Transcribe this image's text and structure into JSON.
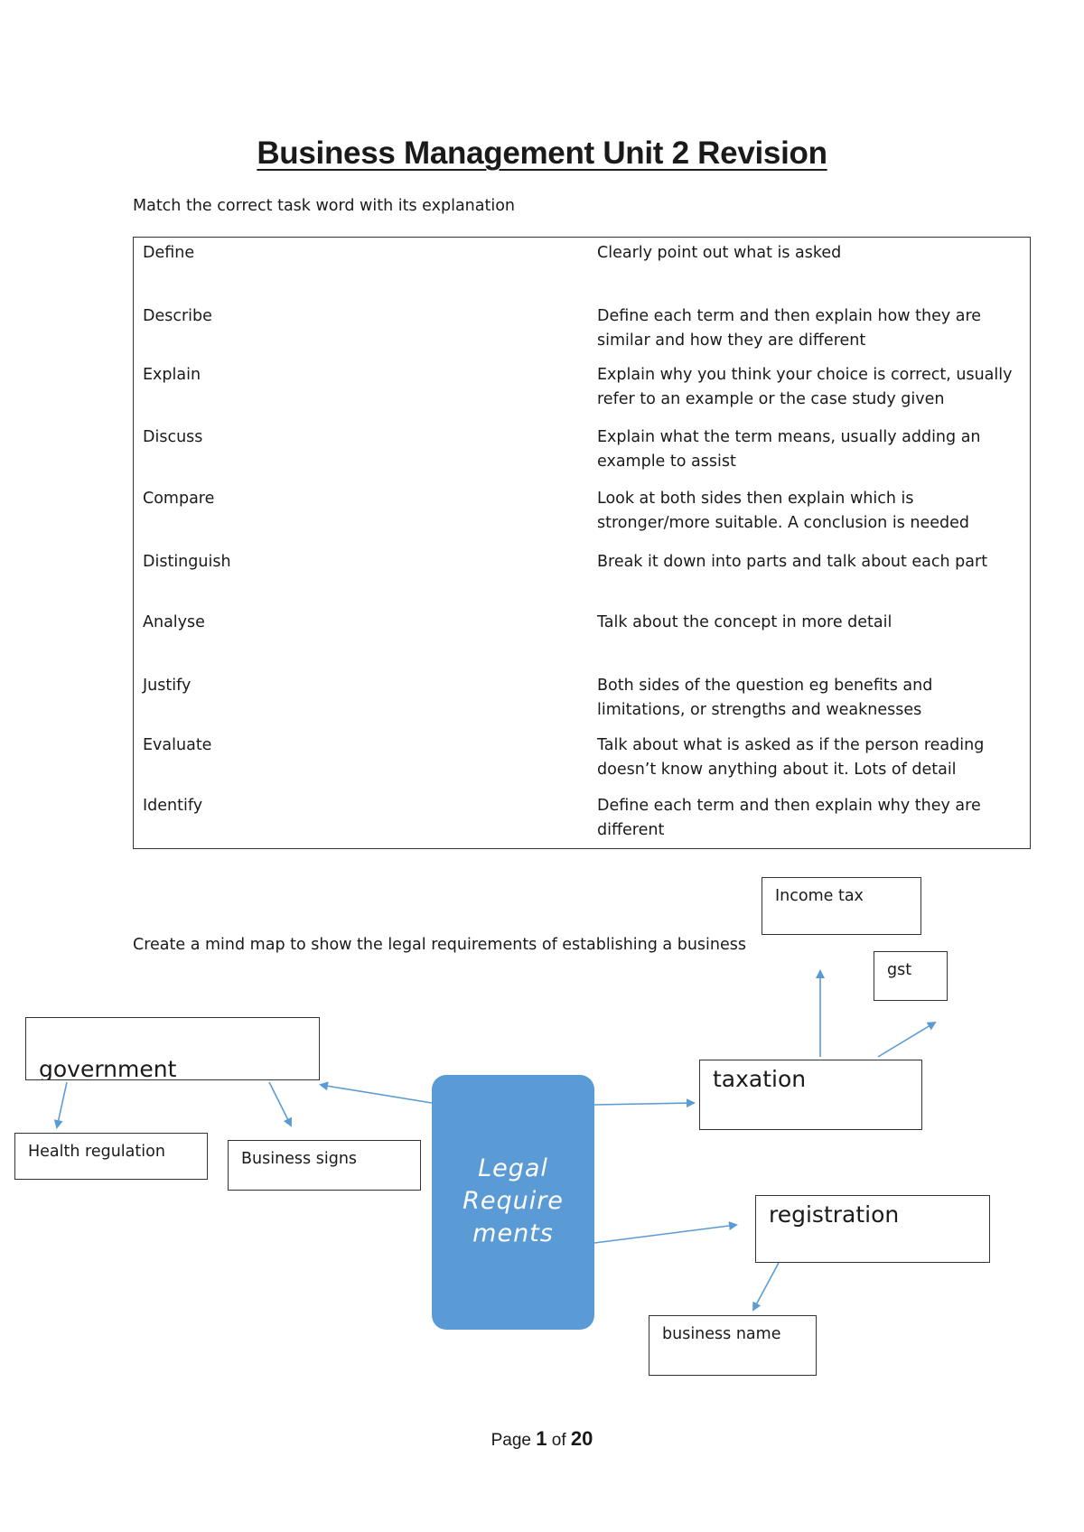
{
  "title": "Business Management Unit 2 Revision",
  "instruction_table": "Match the correct task word with its explanation",
  "table": {
    "rows": [
      {
        "term": "Define",
        "explanation": "Clearly point out what is asked"
      },
      {
        "term": "Describe",
        "explanation": "Define each term and then explain how they are similar and how they are different"
      },
      {
        "term": "Explain",
        "explanation": "Explain why you think your choice is correct, usually refer to an example or the case study given"
      },
      {
        "term": "Discuss",
        "explanation": "Explain what the term means, usually adding an example to assist"
      },
      {
        "term": "Compare",
        "explanation": "Look at both sides then explain which is stronger/more suitable. A conclusion is needed"
      },
      {
        "term": "Distinguish",
        "explanation": "Break it down into parts and talk about each part"
      },
      {
        "term": "Analyse",
        "explanation": "Talk about the concept in more detail"
      },
      {
        "term": "Justify",
        "explanation": "Both sides of the question eg benefits and limitations, or strengths and weaknesses"
      },
      {
        "term": "Evaluate",
        "explanation": "Talk about what is asked as if the person reading doesn’t know anything about it. Lots of detail"
      },
      {
        "term": "Identify",
        "explanation": "Define each term and then explain why they are different"
      }
    ]
  },
  "instruction_mindmap": "Create a mind map to show the legal requirements of establishing a business",
  "mindmap": {
    "center": [
      "Legal",
      "Require",
      "ments"
    ],
    "government": "government",
    "health_regulation": "Health regulation",
    "business_signs": "Business signs",
    "taxation": "taxation",
    "income_tax": "Income tax",
    "gst": "gst",
    "registration": "registration",
    "business_name": "business name",
    "arrow_color": "#5b9bd5"
  },
  "footer": {
    "page_label": "Page",
    "page_num": "1",
    "of_label": "of",
    "total": "20"
  }
}
